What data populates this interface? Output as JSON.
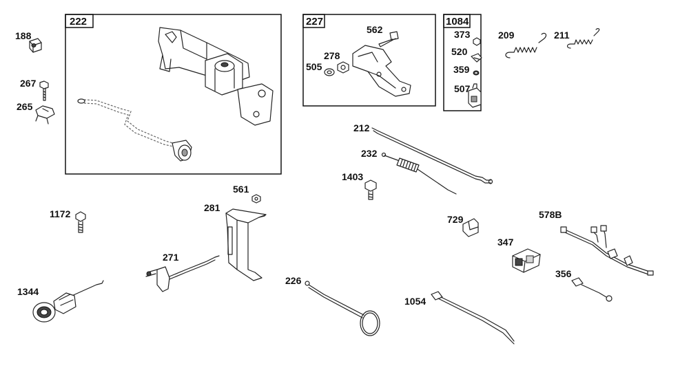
{
  "groups": [
    {
      "id": "g222",
      "label": "222"
    },
    {
      "id": "g227",
      "label": "227"
    },
    {
      "id": "g1084",
      "label": "1084"
    }
  ],
  "parts": [
    {
      "id": "p188",
      "label": "188"
    },
    {
      "id": "p267",
      "label": "267"
    },
    {
      "id": "p265",
      "label": "265"
    },
    {
      "id": "p562",
      "label": "562"
    },
    {
      "id": "p278",
      "label": "278"
    },
    {
      "id": "p505",
      "label": "505"
    },
    {
      "id": "p373",
      "label": "373"
    },
    {
      "id": "p520",
      "label": "520"
    },
    {
      "id": "p359",
      "label": "359"
    },
    {
      "id": "p507",
      "label": "507"
    },
    {
      "id": "p209",
      "label": "209"
    },
    {
      "id": "p211",
      "label": "211"
    },
    {
      "id": "p212",
      "label": "212"
    },
    {
      "id": "p232",
      "label": "232"
    },
    {
      "id": "p1403",
      "label": "1403"
    },
    {
      "id": "p561",
      "label": "561"
    },
    {
      "id": "p281",
      "label": "281"
    },
    {
      "id": "p1172",
      "label": "1172"
    },
    {
      "id": "p271",
      "label": "271"
    },
    {
      "id": "p1344",
      "label": "1344"
    },
    {
      "id": "p226",
      "label": "226"
    },
    {
      "id": "p729",
      "label": "729"
    },
    {
      "id": "p578B",
      "label": "578B"
    },
    {
      "id": "p347",
      "label": "347"
    },
    {
      "id": "p356",
      "label": "356"
    },
    {
      "id": "p1054",
      "label": "1054"
    }
  ]
}
